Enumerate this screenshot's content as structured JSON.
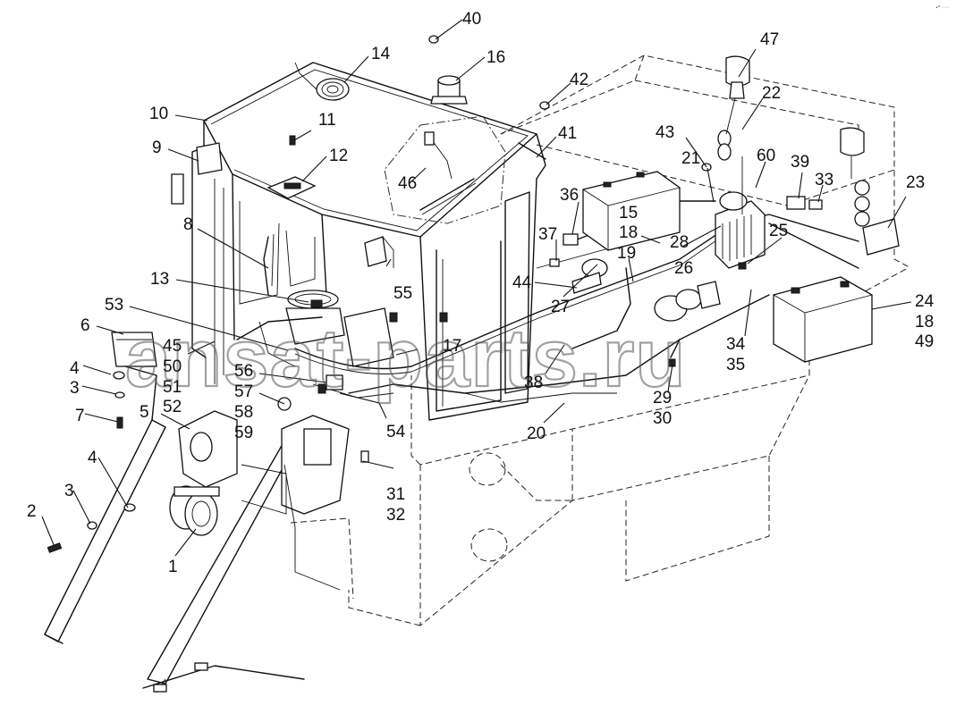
{
  "watermark": "ansat-parts.ru",
  "corner_mark": "•ᴮ ◦◦◦",
  "callouts": {
    "c1": "1",
    "c2": "2",
    "c3a": "3",
    "c3b": "3",
    "c4a": "4",
    "c4b": "4",
    "c5": "5",
    "c6": "6",
    "c7": "7",
    "c8": "8",
    "c9": "9",
    "c10": "10",
    "c11": "11",
    "c12": "12",
    "c13": "13",
    "c14": "14",
    "c15": "15",
    "c16": "16",
    "c17": "17",
    "c18a": "18",
    "c18b": "18",
    "c19": "19",
    "c20": "20",
    "c21": "21",
    "c22": "22",
    "c23": "23",
    "c24": "24",
    "c25": "25",
    "c26": "26",
    "c27": "27",
    "c28": "28",
    "c29": "29",
    "c30": "30",
    "c31": "31",
    "c32": "32",
    "c33": "33",
    "c34": "34",
    "c35": "35",
    "c36": "36",
    "c37": "37",
    "c38": "38",
    "c39": "39",
    "c40": "40",
    "c41": "41",
    "c42": "42",
    "c43": "43",
    "c44": "44",
    "c45": "45",
    "c46": "46",
    "c47": "47",
    "c49": "49",
    "c50": "50",
    "c51": "51",
    "c52": "52",
    "c53": "53",
    "c54": "54",
    "c55": "55",
    "c56": "56",
    "c57": "57",
    "c58": "58",
    "c59": "59",
    "c60": "60"
  }
}
